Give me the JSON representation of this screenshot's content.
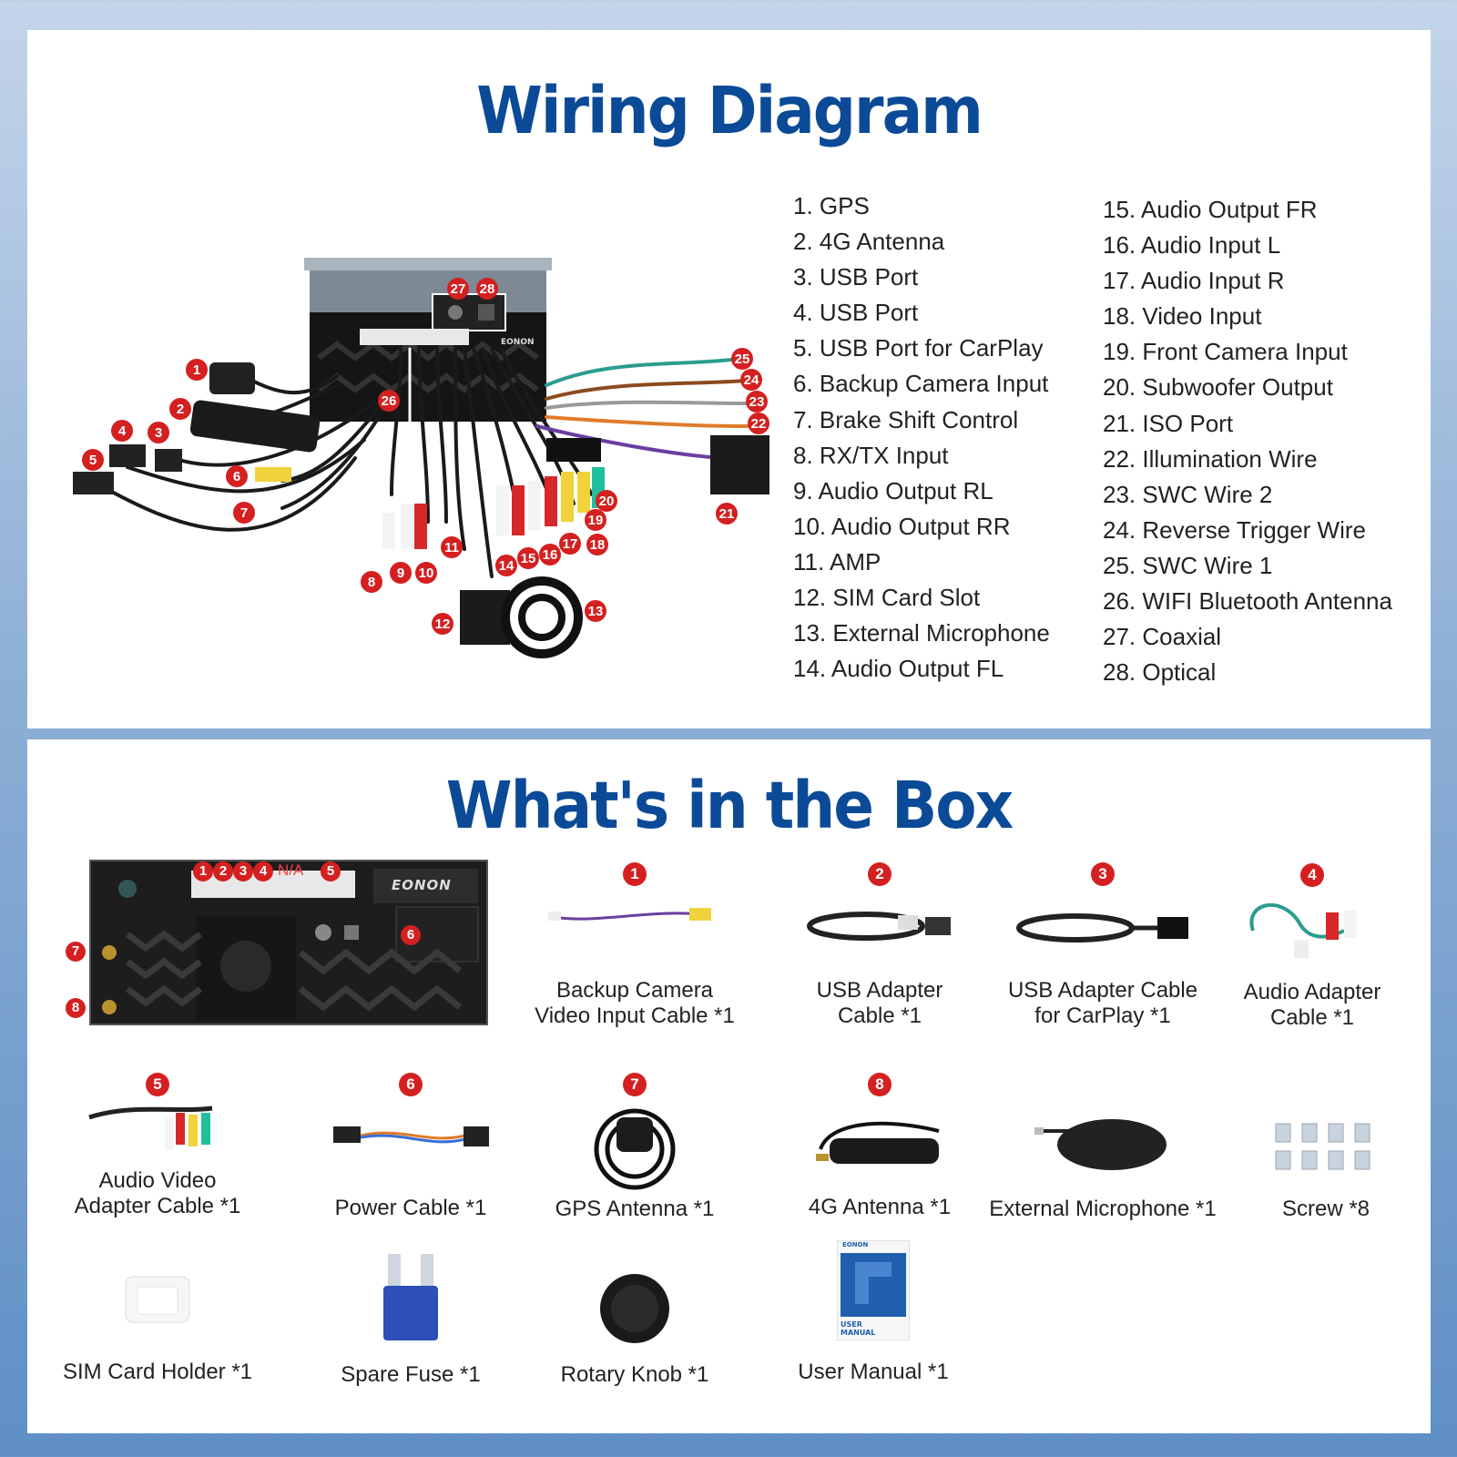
{
  "wiring": {
    "title": "Wiring Diagram",
    "brand": "EONON",
    "legend_left": [
      "1. GPS",
      "2. 4G Antenna",
      "3. USB Port",
      "4. USB Port",
      "5. USB Port for CarPlay",
      "6. Backup Camera Input",
      "7. Brake Shift Control",
      "8. RX/TX Input",
      "9. Audio Output RL",
      "10. Audio Output RR",
      "11. AMP",
      "12. SIM Card Slot",
      "13. External Microphone",
      "14. Audio Output FL"
    ],
    "legend_right": [
      "15. Audio Output FR",
      "16. Audio Input L",
      "17. Audio Input R",
      "18. Video Input",
      "19. Front Camera Input",
      "20. Subwoofer Output",
      "21. ISO Port",
      "22. Illumination Wire",
      "23. SWC Wire 2",
      "24. Reverse Trigger Wire",
      "25. SWC Wire 1",
      "26. WIFI Bluetooth Antenna",
      "27. Coaxial",
      "28. Optical"
    ],
    "badges": [
      "1",
      "2",
      "3",
      "4",
      "5",
      "6",
      "7",
      "8",
      "9",
      "10",
      "11",
      "12",
      "13",
      "14",
      "15",
      "16",
      "17",
      "18",
      "19",
      "20",
      "21",
      "22",
      "23",
      "24",
      "25",
      "26",
      "27",
      "28"
    ]
  },
  "box": {
    "title": "What's in the Box",
    "unit": {
      "brand": "EONON",
      "pins": [
        "1",
        "2",
        "3",
        "4",
        "5",
        "6",
        "7",
        "8"
      ],
      "na": "N/A"
    },
    "items": [
      {
        "num": "1",
        "label_lines": [
          "Backup Camera",
          "Video Input Cable *1"
        ]
      },
      {
        "num": "2",
        "label_lines": [
          "USB Adapter",
          "Cable *1"
        ]
      },
      {
        "num": "3",
        "label_lines": [
          "USB Adapter Cable",
          "for CarPlay *1"
        ]
      },
      {
        "num": "4",
        "label_lines": [
          "Audio Adapter",
          "Cable *1"
        ]
      },
      {
        "num": "5",
        "label_lines": [
          "Audio Video",
          "Adapter Cable *1"
        ]
      },
      {
        "num": "6",
        "label_lines": [
          "Power Cable *1"
        ]
      },
      {
        "num": "7",
        "label_lines": [
          "GPS Antenna *1"
        ]
      },
      {
        "num": "8",
        "label_lines": [
          "4G Antenna *1"
        ]
      },
      {
        "num": "",
        "label_lines": [
          "External Microphone *1"
        ]
      },
      {
        "num": "",
        "label_lines": [
          "Screw *8"
        ]
      },
      {
        "num": "",
        "label_lines": [
          "SIM Card Holder *1"
        ]
      },
      {
        "num": "",
        "label_lines": [
          "Spare Fuse *1"
        ]
      },
      {
        "num": "",
        "label_lines": [
          "Rotary Knob *1"
        ]
      },
      {
        "num": "",
        "label_lines": [
          "User Manual *1"
        ]
      }
    ],
    "manual_cover": {
      "brand": "EONON",
      "text": "USER MANUAL"
    }
  },
  "colors": {
    "title_blue": "#0b4a97",
    "badge_red": "#d42020"
  }
}
